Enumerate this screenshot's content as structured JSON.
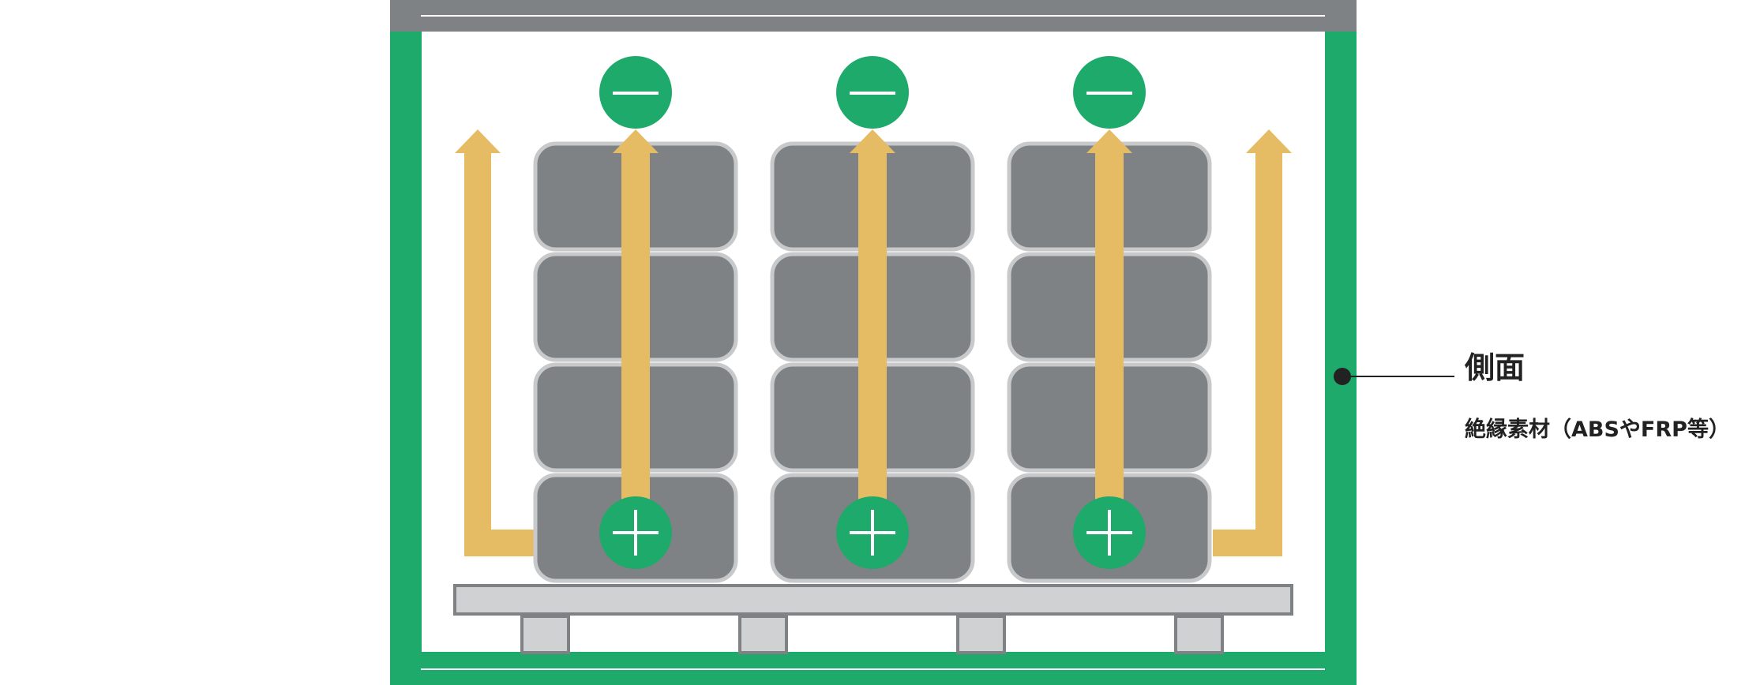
{
  "callout": {
    "title": "側面",
    "subtitle": "絶縁素材（ABSやFRP等）"
  },
  "colors": {
    "enclosure_green": "#1daa6a",
    "top_gray": "#7e8285",
    "battery_fill": "#7e8285",
    "battery_outline": "#c8c9cb",
    "current_arrow": "#e5bb64",
    "pallet_fill": "#d0d1d3",
    "pallet_outline": "#7e8285",
    "terminal_symbol": "#ffffff"
  },
  "icons": {
    "negative_terminal": "minus-icon",
    "positive_terminal": "plus-icon"
  },
  "diagram": {
    "columns": 3,
    "cells_per_column": 4,
    "pallet_feet": 4
  }
}
